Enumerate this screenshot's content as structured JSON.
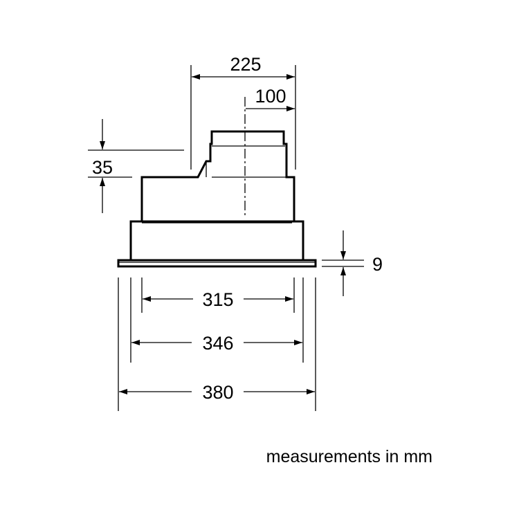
{
  "dimensions": {
    "top_width": "225",
    "outlet_offset": "100",
    "step_height": "35",
    "flange_thickness": "9",
    "inner_width": "315",
    "body_width": "346",
    "total_width": "380"
  },
  "note": "measurements in mm"
}
